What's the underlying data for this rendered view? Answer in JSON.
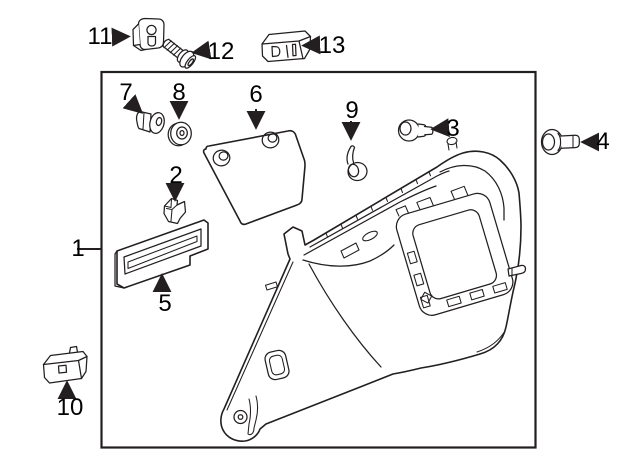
{
  "colors": {
    "background": "#ffffff",
    "line": "#231f20",
    "label": "#000000"
  },
  "callouts": {
    "c1": {
      "label": "1"
    },
    "c2": {
      "label": "2"
    },
    "c3": {
      "label": "3"
    },
    "c4": {
      "label": "4"
    },
    "c5": {
      "label": "5"
    },
    "c6": {
      "label": "6"
    },
    "c7": {
      "label": "7"
    },
    "c8": {
      "label": "8"
    },
    "c9": {
      "label": "9"
    },
    "c10": {
      "label": "10"
    },
    "c11": {
      "label": "11"
    },
    "c12": {
      "label": "12"
    },
    "c13": {
      "label": "13"
    }
  }
}
